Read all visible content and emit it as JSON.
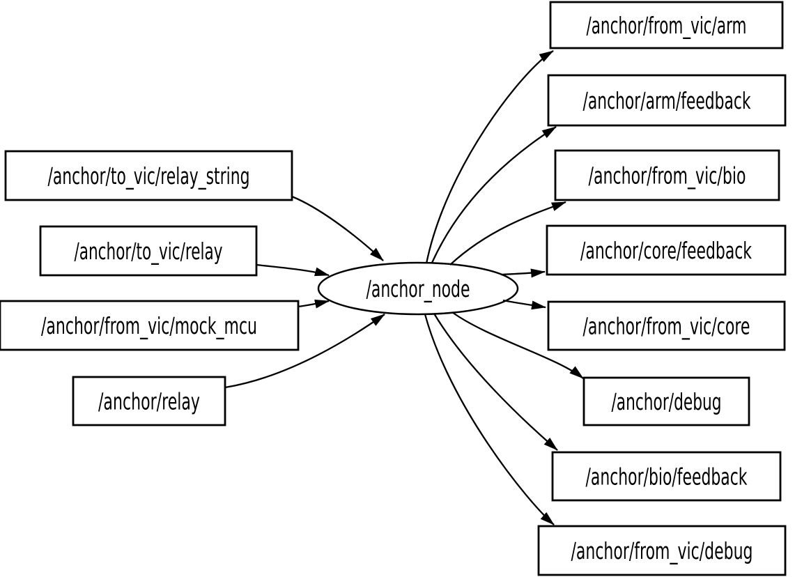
{
  "diagram": {
    "type": "directed-graph",
    "description": "ROS computation graph: central node with subscribed and published topics",
    "colors": {
      "background": "#ffffff",
      "node_fill": "#ffffff",
      "node_stroke": "#000000",
      "edge_color": "#000000",
      "text_color": "#000000"
    },
    "center_node": {
      "id": "anchor_node",
      "label": "/anchor_node",
      "shape": "ellipse"
    },
    "input_topics": [
      {
        "id": "to_vic_relay_string",
        "label": "/anchor/to_vic/relay_string"
      },
      {
        "id": "to_vic_relay",
        "label": "/anchor/to_vic/relay"
      },
      {
        "id": "from_vic_mock_mcu",
        "label": "/anchor/from_vic/mock_mcu"
      },
      {
        "id": "relay",
        "label": "/anchor/relay"
      }
    ],
    "output_topics": [
      {
        "id": "from_vic_arm",
        "label": "/anchor/from_vic/arm"
      },
      {
        "id": "arm_feedback",
        "label": "/anchor/arm/feedback"
      },
      {
        "id": "from_vic_bio",
        "label": "/anchor/from_vic/bio"
      },
      {
        "id": "core_feedback",
        "label": "/anchor/core/feedback"
      },
      {
        "id": "from_vic_core",
        "label": "/anchor/from_vic/core"
      },
      {
        "id": "debug",
        "label": "/anchor/debug"
      },
      {
        "id": "bio_feedback",
        "label": "/anchor/bio/feedback"
      },
      {
        "id": "from_vic_debug",
        "label": "/anchor/from_vic/debug"
      }
    ],
    "edges": [
      {
        "from": "/anchor/to_vic/relay_string",
        "to": "/anchor_node"
      },
      {
        "from": "/anchor/to_vic/relay",
        "to": "/anchor_node"
      },
      {
        "from": "/anchor/from_vic/mock_mcu",
        "to": "/anchor_node"
      },
      {
        "from": "/anchor/relay",
        "to": "/anchor_node"
      },
      {
        "from": "/anchor_node",
        "to": "/anchor/from_vic/arm"
      },
      {
        "from": "/anchor_node",
        "to": "/anchor/arm/feedback"
      },
      {
        "from": "/anchor_node",
        "to": "/anchor/from_vic/bio"
      },
      {
        "from": "/anchor_node",
        "to": "/anchor/core/feedback"
      },
      {
        "from": "/anchor_node",
        "to": "/anchor/from_vic/core"
      },
      {
        "from": "/anchor_node",
        "to": "/anchor/debug"
      },
      {
        "from": "/anchor_node",
        "to": "/anchor/bio/feedback"
      },
      {
        "from": "/anchor_node",
        "to": "/anchor/from_vic/debug"
      }
    ]
  }
}
